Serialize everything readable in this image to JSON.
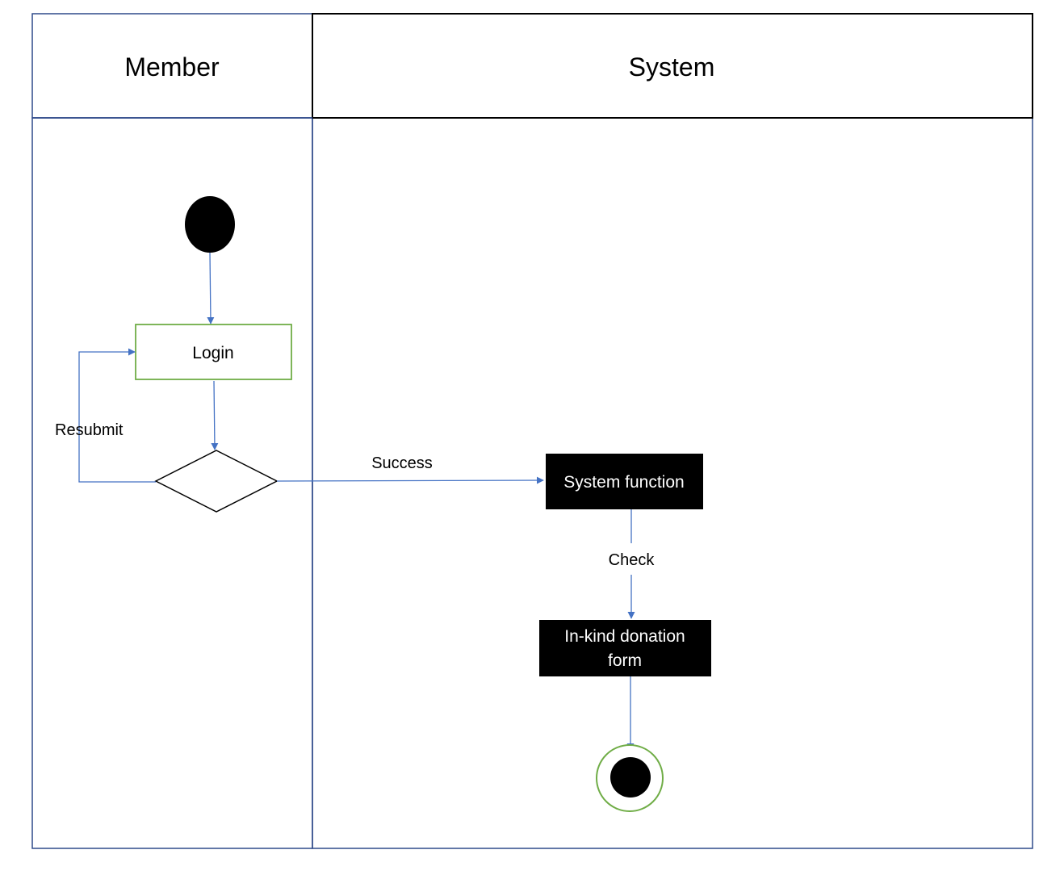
{
  "lanes": {
    "member": "Member",
    "system": "System"
  },
  "nodes": {
    "login": "Login",
    "system_function": "System function",
    "donation_form_line1": "In-kind donation",
    "donation_form_line2": "form"
  },
  "edges": {
    "resubmit": "Resubmit",
    "success": "Success",
    "check": "Check"
  },
  "colors": {
    "connector": "#4472c4",
    "login_border": "#70ad47",
    "final_ring": "#70ad47",
    "lane_border": "#2f4a8a",
    "header_border": "#000000",
    "action_fill": "#000000",
    "action_text": "#ffffff"
  }
}
